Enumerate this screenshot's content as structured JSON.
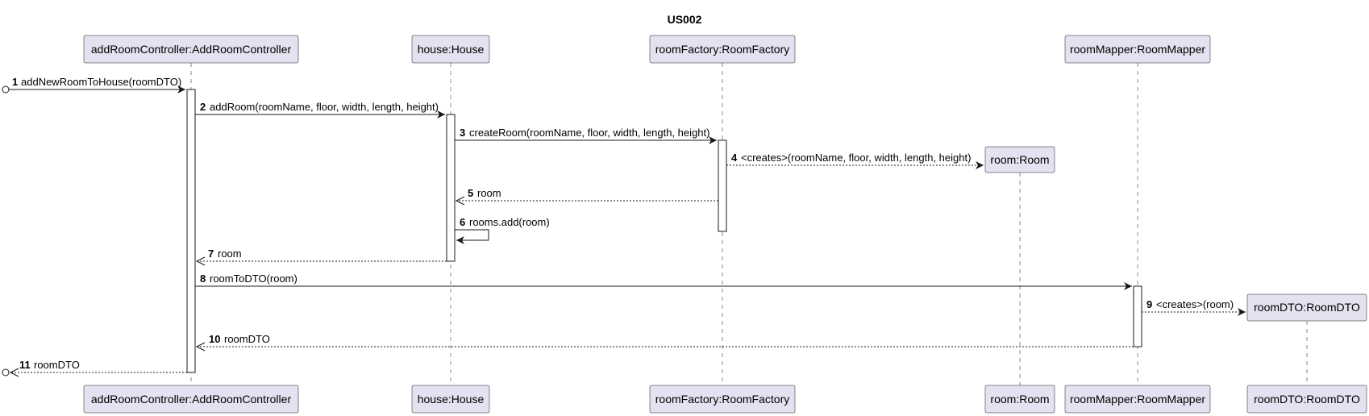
{
  "title": "US002",
  "participants": [
    {
      "id": "ctrl",
      "label": "addRoomController:AddRoomController"
    },
    {
      "id": "house",
      "label": "house:House"
    },
    {
      "id": "factory",
      "label": "roomFactory:RoomFactory"
    },
    {
      "id": "room",
      "label": "room:Room"
    },
    {
      "id": "mapper",
      "label": "roomMapper:RoomMapper"
    },
    {
      "id": "dto",
      "label": "roomDTO:RoomDTO"
    }
  ],
  "messages": [
    {
      "num": "1",
      "label": "addNewRoomToHouse(roomDTO)",
      "from": "external",
      "to": "ctrl",
      "kind": "sync"
    },
    {
      "num": "2",
      "label": "addRoom(roomName, floor, width, length, height)",
      "from": "ctrl",
      "to": "house",
      "kind": "sync"
    },
    {
      "num": "3",
      "label": "createRoom(roomName, floor, width, length, height)",
      "from": "house",
      "to": "factory",
      "kind": "sync"
    },
    {
      "num": "4",
      "label": "<creates>(roomName, floor, width, length, height)",
      "from": "factory",
      "to": "room",
      "kind": "create"
    },
    {
      "num": "5",
      "label": "room",
      "from": "factory",
      "to": "house",
      "kind": "return"
    },
    {
      "num": "6",
      "label": "rooms.add(room)",
      "from": "house",
      "to": "house",
      "kind": "self"
    },
    {
      "num": "7",
      "label": "room",
      "from": "house",
      "to": "ctrl",
      "kind": "return"
    },
    {
      "num": "8",
      "label": "roomToDTO(room)",
      "from": "ctrl",
      "to": "mapper",
      "kind": "sync"
    },
    {
      "num": "9",
      "label": "<creates>(room)",
      "from": "mapper",
      "to": "dto",
      "kind": "create"
    },
    {
      "num": "10",
      "label": "roomDTO",
      "from": "mapper",
      "to": "ctrl",
      "kind": "return"
    },
    {
      "num": "11",
      "label": "roomDTO",
      "from": "ctrl",
      "to": "external",
      "kind": "return"
    }
  ]
}
